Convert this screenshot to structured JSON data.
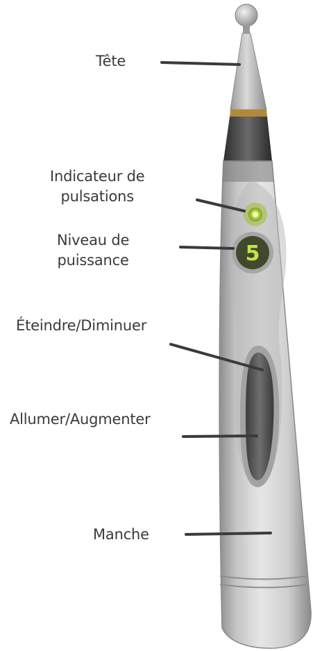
{
  "labels": {
    "tete": "Tête",
    "indicateur": [
      "Indicateur de",
      "pulsations"
    ],
    "niveau": [
      "Niveau de",
      "puissance"
    ],
    "eteindre": "Éteindre/Diminuer",
    "allumer": "Allumer/Augmenter",
    "manche": "Manche"
  },
  "power_display": {
    "value": "5"
  },
  "colors": {
    "body": "#c9c9c9",
    "body_shadow": "#8e8e8e",
    "band_dark": "#4d4d4d",
    "band_gold": "#b08a3a",
    "indicator_green": "#a8d12f",
    "display_bg": "#3f4a2c",
    "display_digit": "#c7e04a",
    "button": "#5a5a5a",
    "label_text": "#3a3a3a",
    "leader_line": "#3a3a3a"
  }
}
